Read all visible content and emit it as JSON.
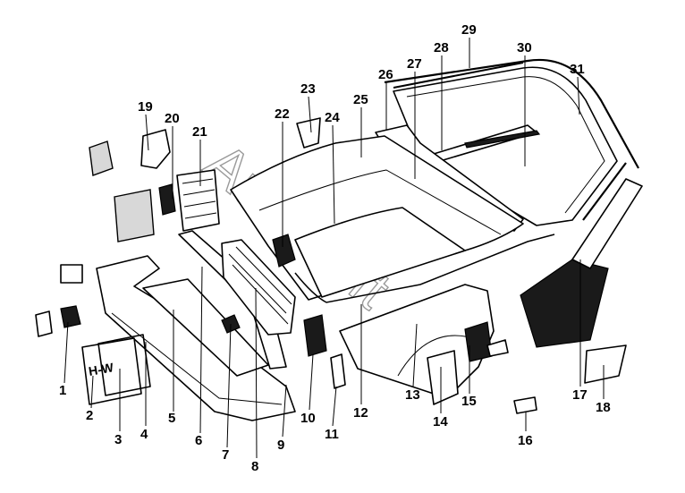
{
  "watermark": "AutoSoft",
  "colors": {
    "line": "#000000",
    "background": "#ffffff",
    "watermark": "#9a9a9a"
  },
  "callouts": [
    "1",
    "2",
    "3",
    "4",
    "5",
    "6",
    "7",
    "8",
    "9",
    "10",
    "11",
    "12",
    "13",
    "14",
    "15",
    "16",
    "17",
    "18",
    "19",
    "20",
    "21",
    "22",
    "23",
    "24",
    "25",
    "26",
    "27",
    "28",
    "29",
    "30",
    "31"
  ],
  "plate_text": "H-W"
}
